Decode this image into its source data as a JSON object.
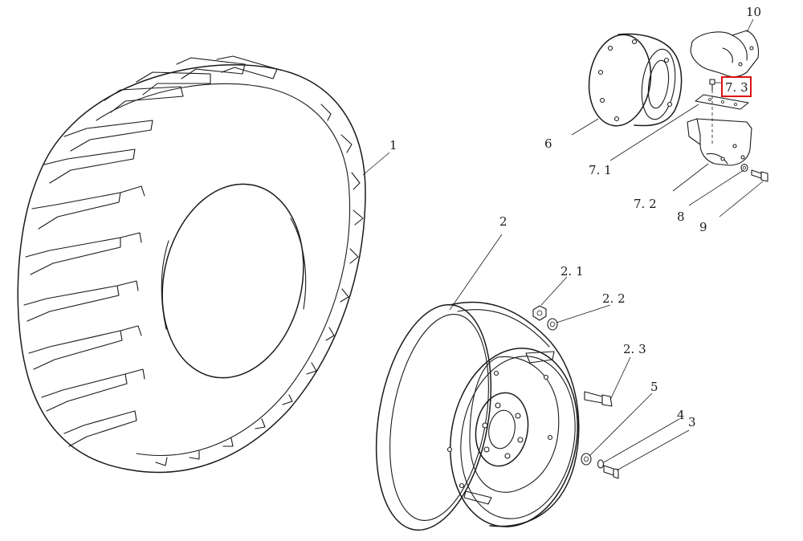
{
  "labels": {
    "tyre": "1",
    "rim": "2",
    "rim_nut": "2. 1",
    "rim_washer": "2. 2",
    "rim_bolt": "2. 3",
    "bolt": "3",
    "spring_washer": "4",
    "washer": "5",
    "hub": "6",
    "plate": "7. 1",
    "clamp": "7. 2",
    "screw": "7. 3",
    "small_washer": "8",
    "clamp_bolt": "9",
    "half_collar": "10"
  },
  "highlight": {
    "target": "7. 3",
    "color": "#e01010"
  }
}
